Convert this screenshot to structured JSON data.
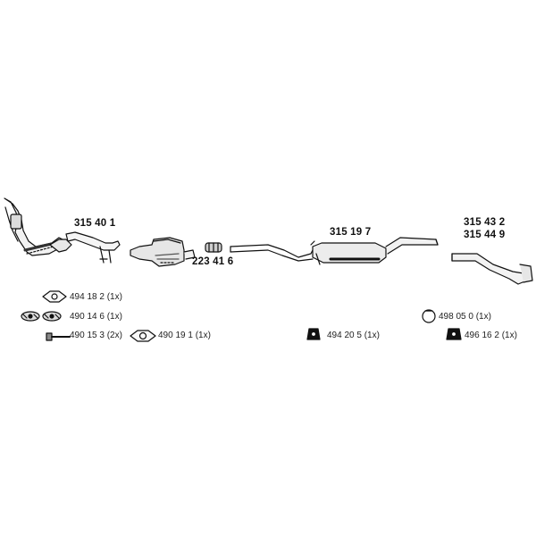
{
  "parts": {
    "front_pipe": "315 40 1",
    "connector": "223 41 6",
    "rear_silencer": "315 19 7",
    "tail_pipe_a": "315 43 2",
    "tail_pipe_b": "315 44 9"
  },
  "accessories": {
    "gasket_1": "494 18 2",
    "gasket_1_qty": "(1x)",
    "spring_gasket": "490 14 6",
    "spring_gasket_qty": "(1x)",
    "bolt": "490 15 3",
    "bolt_qty": "(2x)",
    "gasket_2": "490 19 1",
    "gasket_2_qty": "(1x)",
    "rubber_mount_1": "494 20 5",
    "rubber_mount_1_qty": "(1x)",
    "clamp_ring": "498 05 0",
    "clamp_ring_qty": "(1x)",
    "rubber_mount_2": "496 16 2",
    "rubber_mount_2_qty": "(1x)"
  }
}
